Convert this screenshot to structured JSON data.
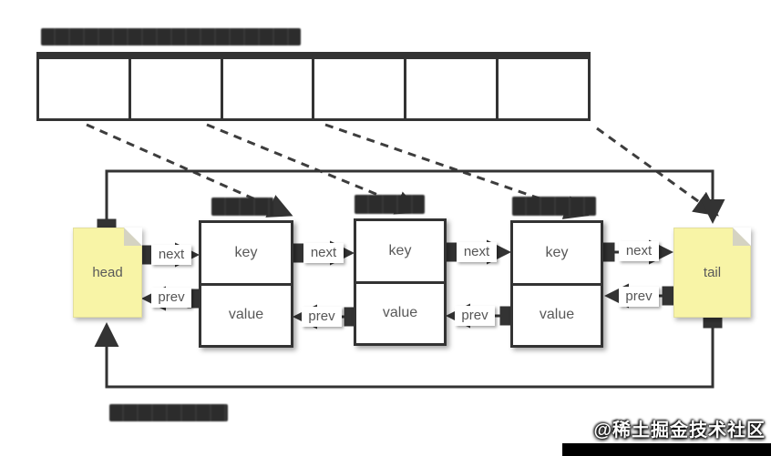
{
  "diagram": {
    "type": "linked-hash-map-structure",
    "array": {
      "cell_count": 6,
      "description_redacted": true
    },
    "head_label": "head",
    "tail_label": "tail",
    "entries": [
      {
        "key": "key",
        "value": "value"
      },
      {
        "key": "key",
        "value": "value"
      },
      {
        "key": "key",
        "value": "value"
      }
    ],
    "pointers": {
      "next": "next",
      "prev": "prev"
    },
    "redacted_text_blocks": {
      "title_blocks": 19,
      "entry_label_blocks": [
        4,
        4,
        5
      ],
      "caption_blocks": 8
    }
  },
  "watermark": {
    "text": "@稀土掘金技术社区"
  },
  "colors": {
    "background": "#ffffff",
    "line_dark": "#333333",
    "node_border": "#333333",
    "note_yellow": "#f8f4a6",
    "note_fold_gray": "#d5d3c2",
    "text_gray": "#595959",
    "redacted_dark": "#2f2f2f",
    "watermark_bar": "#000000"
  }
}
